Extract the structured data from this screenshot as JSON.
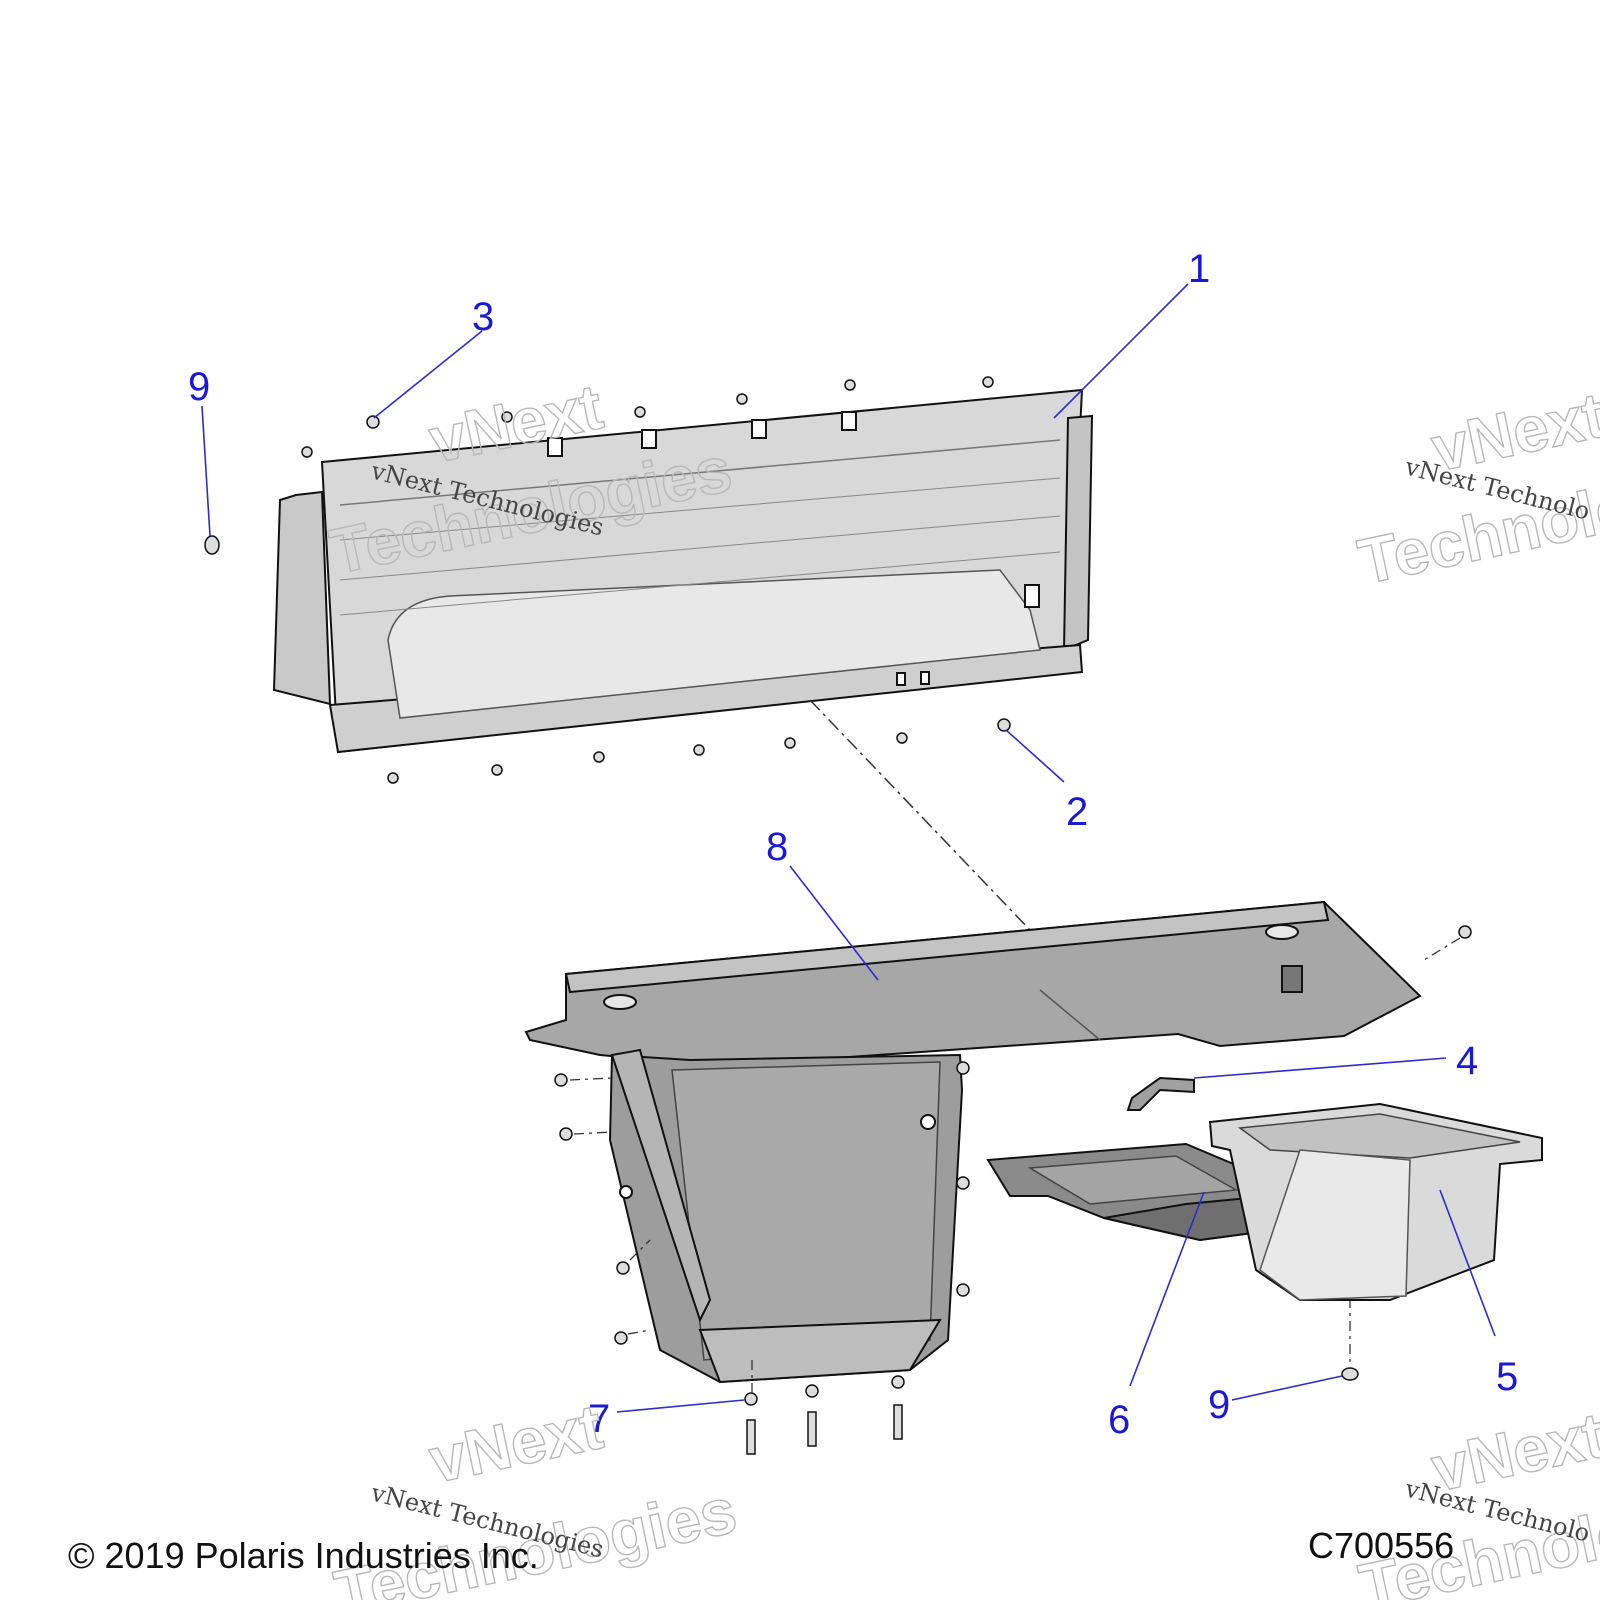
{
  "colors": {
    "callout": "#1a1ad6",
    "leader": "#2b2bd0",
    "outline": "#111111",
    "panel_fill": "#d8d8d8",
    "tub_fill": "#a7a7a7",
    "dark_fill": "#8a8a8a"
  },
  "callouts": [
    {
      "id": "1",
      "label": "1"
    },
    {
      "id": "2",
      "label": "2"
    },
    {
      "id": "3",
      "label": "3"
    },
    {
      "id": "4",
      "label": "4"
    },
    {
      "id": "5",
      "label": "5"
    },
    {
      "id": "6",
      "label": "6"
    },
    {
      "id": "7",
      "label": "7"
    },
    {
      "id": "8",
      "label": "8"
    },
    {
      "id": "9a",
      "label": "9"
    },
    {
      "id": "9b",
      "label": "9"
    }
  ],
  "watermark": {
    "brand_top": "vNext",
    "brand_bottom": "Technologies",
    "tagline": "vNext Technologies",
    "tagline_partial": "vNext Technolo",
    "brand_bottom_partial": "Technolo"
  },
  "footer": {
    "copyright": "© 2019 Polaris Industries Inc.",
    "part_code": "C700556"
  }
}
